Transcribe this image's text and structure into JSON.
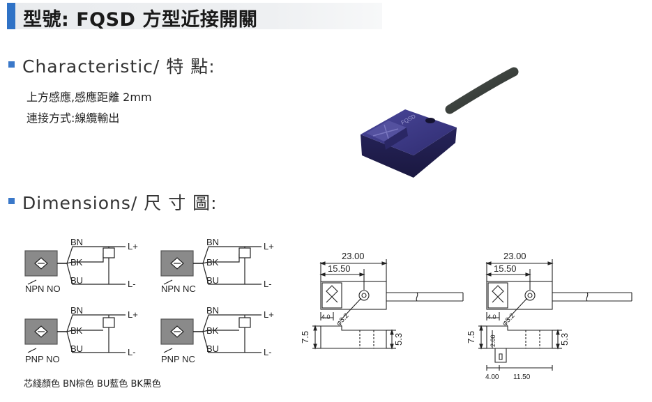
{
  "header": {
    "title": "型號: FQSD 方型近接開關"
  },
  "characteristic": {
    "heading": "Characteristic/ 特 點:",
    "lines": [
      "上方感應,感應距離 2mm",
      "連接方式:線纜輸出"
    ]
  },
  "dimensions": {
    "heading": "Dimensions/ 尺 寸 圖:"
  },
  "wiring": [
    {
      "type": "NPN NO",
      "wires": [
        "BN",
        "BK",
        "BU"
      ],
      "terminals": [
        "L+",
        "L-"
      ]
    },
    {
      "type": "NPN NC",
      "wires": [
        "BN",
        "BK",
        "BU"
      ],
      "terminals": [
        "L+",
        "L-"
      ]
    },
    {
      "type": "PNP NO",
      "wires": [
        "BN",
        "BK",
        "BU"
      ],
      "terminals": [
        "L+",
        "L-"
      ]
    },
    {
      "type": "PNP NC",
      "wires": [
        "BN",
        "BK",
        "BU"
      ],
      "terminals": [
        "L+",
        "L-"
      ]
    }
  ],
  "footer": {
    "note": "芯綫顏色 BN棕色 BU藍色 BK黑色"
  },
  "drawing_left": {
    "length": "23.00",
    "hole_pos": "15.50",
    "small": "4.0",
    "hole_dia": "φ3.2",
    "height": "7.5",
    "thickness": "5.3"
  },
  "drawing_right": {
    "length": "23.00",
    "hole_pos": "15.50",
    "small": "4.0",
    "hole_dia": "φ3.2",
    "height": "7.5",
    "inner": "2.00",
    "thickness": "5.3",
    "bottom_a": "4.00",
    "bottom_b": "11.50"
  },
  "colors": {
    "accent": "#2f72c6",
    "sensor_body": "#2d2a66",
    "cable": "#3a3f3c"
  }
}
